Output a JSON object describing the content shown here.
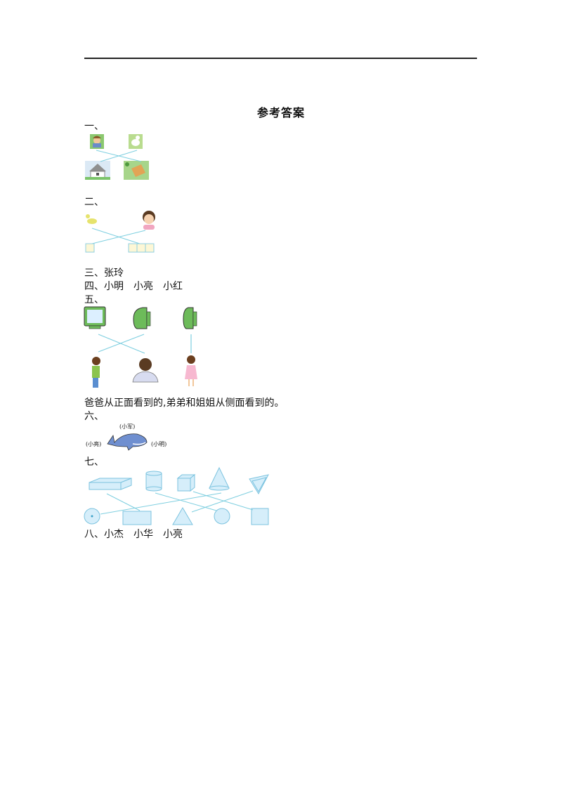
{
  "title": "参考答案",
  "sections": {
    "s1": {
      "label": "一、",
      "items_top": [
        "girl-picture",
        "sheep-picture"
      ],
      "items_bottom": [
        "house-picture",
        "book-picture"
      ]
    },
    "s2": {
      "label": "二、",
      "items_top": [
        "chick-picture",
        "girl-face-picture"
      ],
      "items_bottom": [
        "one-square",
        "three-squares"
      ]
    },
    "s3": {
      "text": "三、张玲"
    },
    "s4": {
      "text": "四、小明　小亮　小红"
    },
    "s5": {
      "label": "五、",
      "caption": "爸爸从正面看到的,弟弟和姐姐从侧面看到的。"
    },
    "s6": {
      "label": "六、",
      "top_label": "(小军)",
      "left_label": "(小亮)",
      "right_label": "(小明)"
    },
    "s7": {
      "label": "七、",
      "solids": [
        "cuboid",
        "cylinder",
        "cube",
        "cone",
        "triangular-prism"
      ],
      "faces": [
        "circle-with-center",
        "rectangle",
        "triangle",
        "circle",
        "square"
      ]
    },
    "s8": {
      "text": "八、小杰　小华　小亮"
    }
  },
  "colors": {
    "line": "#7fcfe0",
    "shape_fill": "#d6eefa",
    "shape_stroke": "#7cc3df",
    "green": "#7bc46a"
  }
}
